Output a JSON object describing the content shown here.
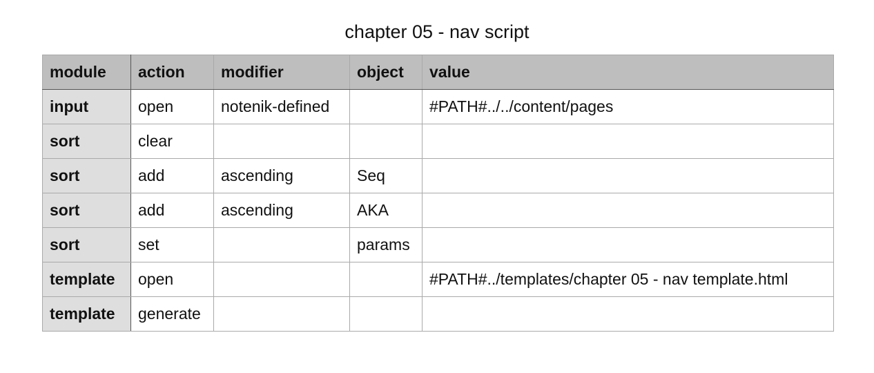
{
  "document": {
    "title": "chapter 05 - nav script"
  },
  "table": {
    "headers": [
      "module",
      "action",
      "modifier",
      "object",
      "value"
    ],
    "rows": [
      [
        "input",
        "open",
        "notenik-defined",
        "",
        "#PATH#../../content/pages"
      ],
      [
        "sort",
        "clear",
        "",
        "",
        ""
      ],
      [
        "sort",
        "add",
        "ascending",
        "Seq",
        ""
      ],
      [
        "sort",
        "add",
        "ascending",
        "AKA",
        ""
      ],
      [
        "sort",
        "set",
        "",
        "params",
        ""
      ],
      [
        "template",
        "open",
        "",
        "",
        "#PATH#../templates/chapter 05 - nav template.html"
      ],
      [
        "template",
        "generate",
        "",
        "",
        ""
      ]
    ]
  },
  "colors": {
    "header_bg": "#bdbebd",
    "row_head_bg": "#dedede",
    "border": "#a9a9a9",
    "strong_border": "#555555"
  }
}
